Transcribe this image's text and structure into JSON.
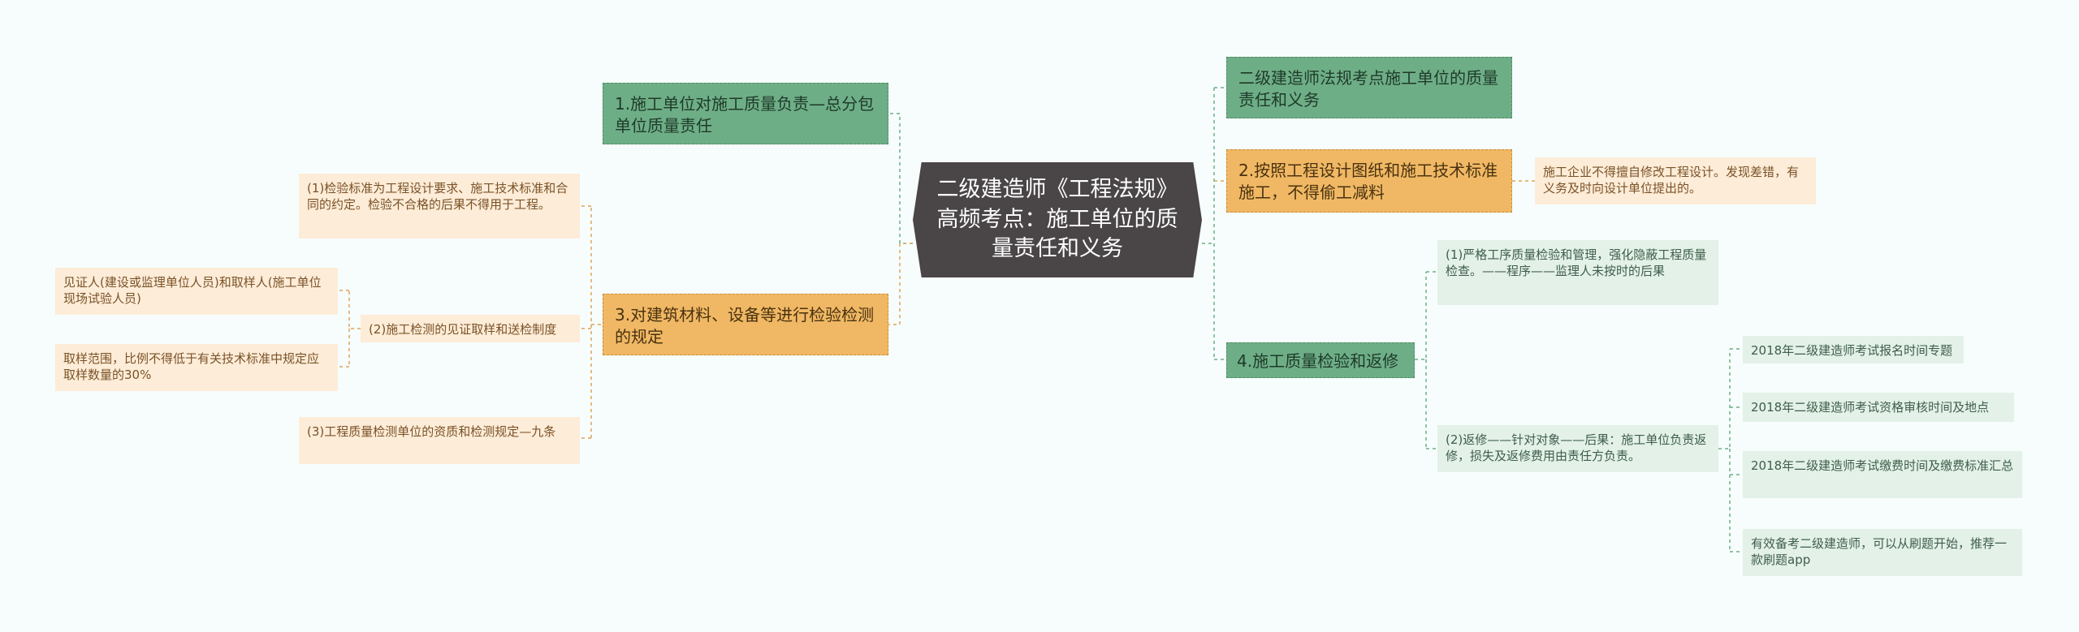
{
  "colors": {
    "central_bg": "#4a4546",
    "green_bg": "#6eae86",
    "orange_bg": "#f0b864",
    "peach_bg": "#fdecd8",
    "mint_bg": "#e3f1e8",
    "green_line": "#6eae86",
    "orange_line": "#e0a458",
    "background": "#f7fdfd"
  },
  "central": {
    "text": "二级建造师《工程法规》高频考点：施工单位的质量责任和义务"
  },
  "left": {
    "branch1": {
      "text": "1.施工单位对施工质量负责—总分包单位质量责任"
    },
    "branch3": {
      "text": "3.对建筑材料、设备等进行检验检测的规定",
      "children": {
        "c1": {
          "text": "(1)检验标准为工程设计要求、施工技术标准和合同的约定。检验不合格的后果不得用于工程。"
        },
        "c2": {
          "text": "(2)施工检测的见证取样和送检制度",
          "children": {
            "g1": {
              "text": "见证人(建设或监理单位人员)和取样人(施工单位现场试验人员)"
            },
            "g2": {
              "text": "取样范围，比例不得低于有关技术标准中规定应取样数量的30%"
            }
          }
        },
        "c3": {
          "text": "(3)工程质量检测单位的资质和检测规定—九条"
        }
      }
    }
  },
  "right": {
    "branch0": {
      "text": "二级建造师法规考点施工单位的质量责任和义务"
    },
    "branch2": {
      "text": "2.按照工程设计图纸和施工技术标准施工，不得偷工减料",
      "child": {
        "text": "施工企业不得擅自修改工程设计。发现差错，有义务及时向设计单位提出的。"
      }
    },
    "branch4": {
      "text": "4.施工质量检验和返修",
      "children": {
        "c1": {
          "text": "(1)严格工序质量检验和管理，强化隐蔽工程质量检查。——程序——监理人未按时的后果"
        },
        "c2": {
          "text": "(2)返修——针对对象——后果：施工单位负责返修，损失及返修费用由责任方负责。",
          "children": {
            "g1": {
              "text": "2018年二级建造师考试报名时间专题"
            },
            "g2": {
              "text": "2018年二级建造师考试资格审核时间及地点"
            },
            "g3": {
              "text": "2018年二级建造师考试缴费时间及缴费标准汇总"
            },
            "g4": {
              "text": "有效备考二级建造师，可以从刷题开始，推荐一款刷题app"
            }
          }
        }
      }
    }
  }
}
